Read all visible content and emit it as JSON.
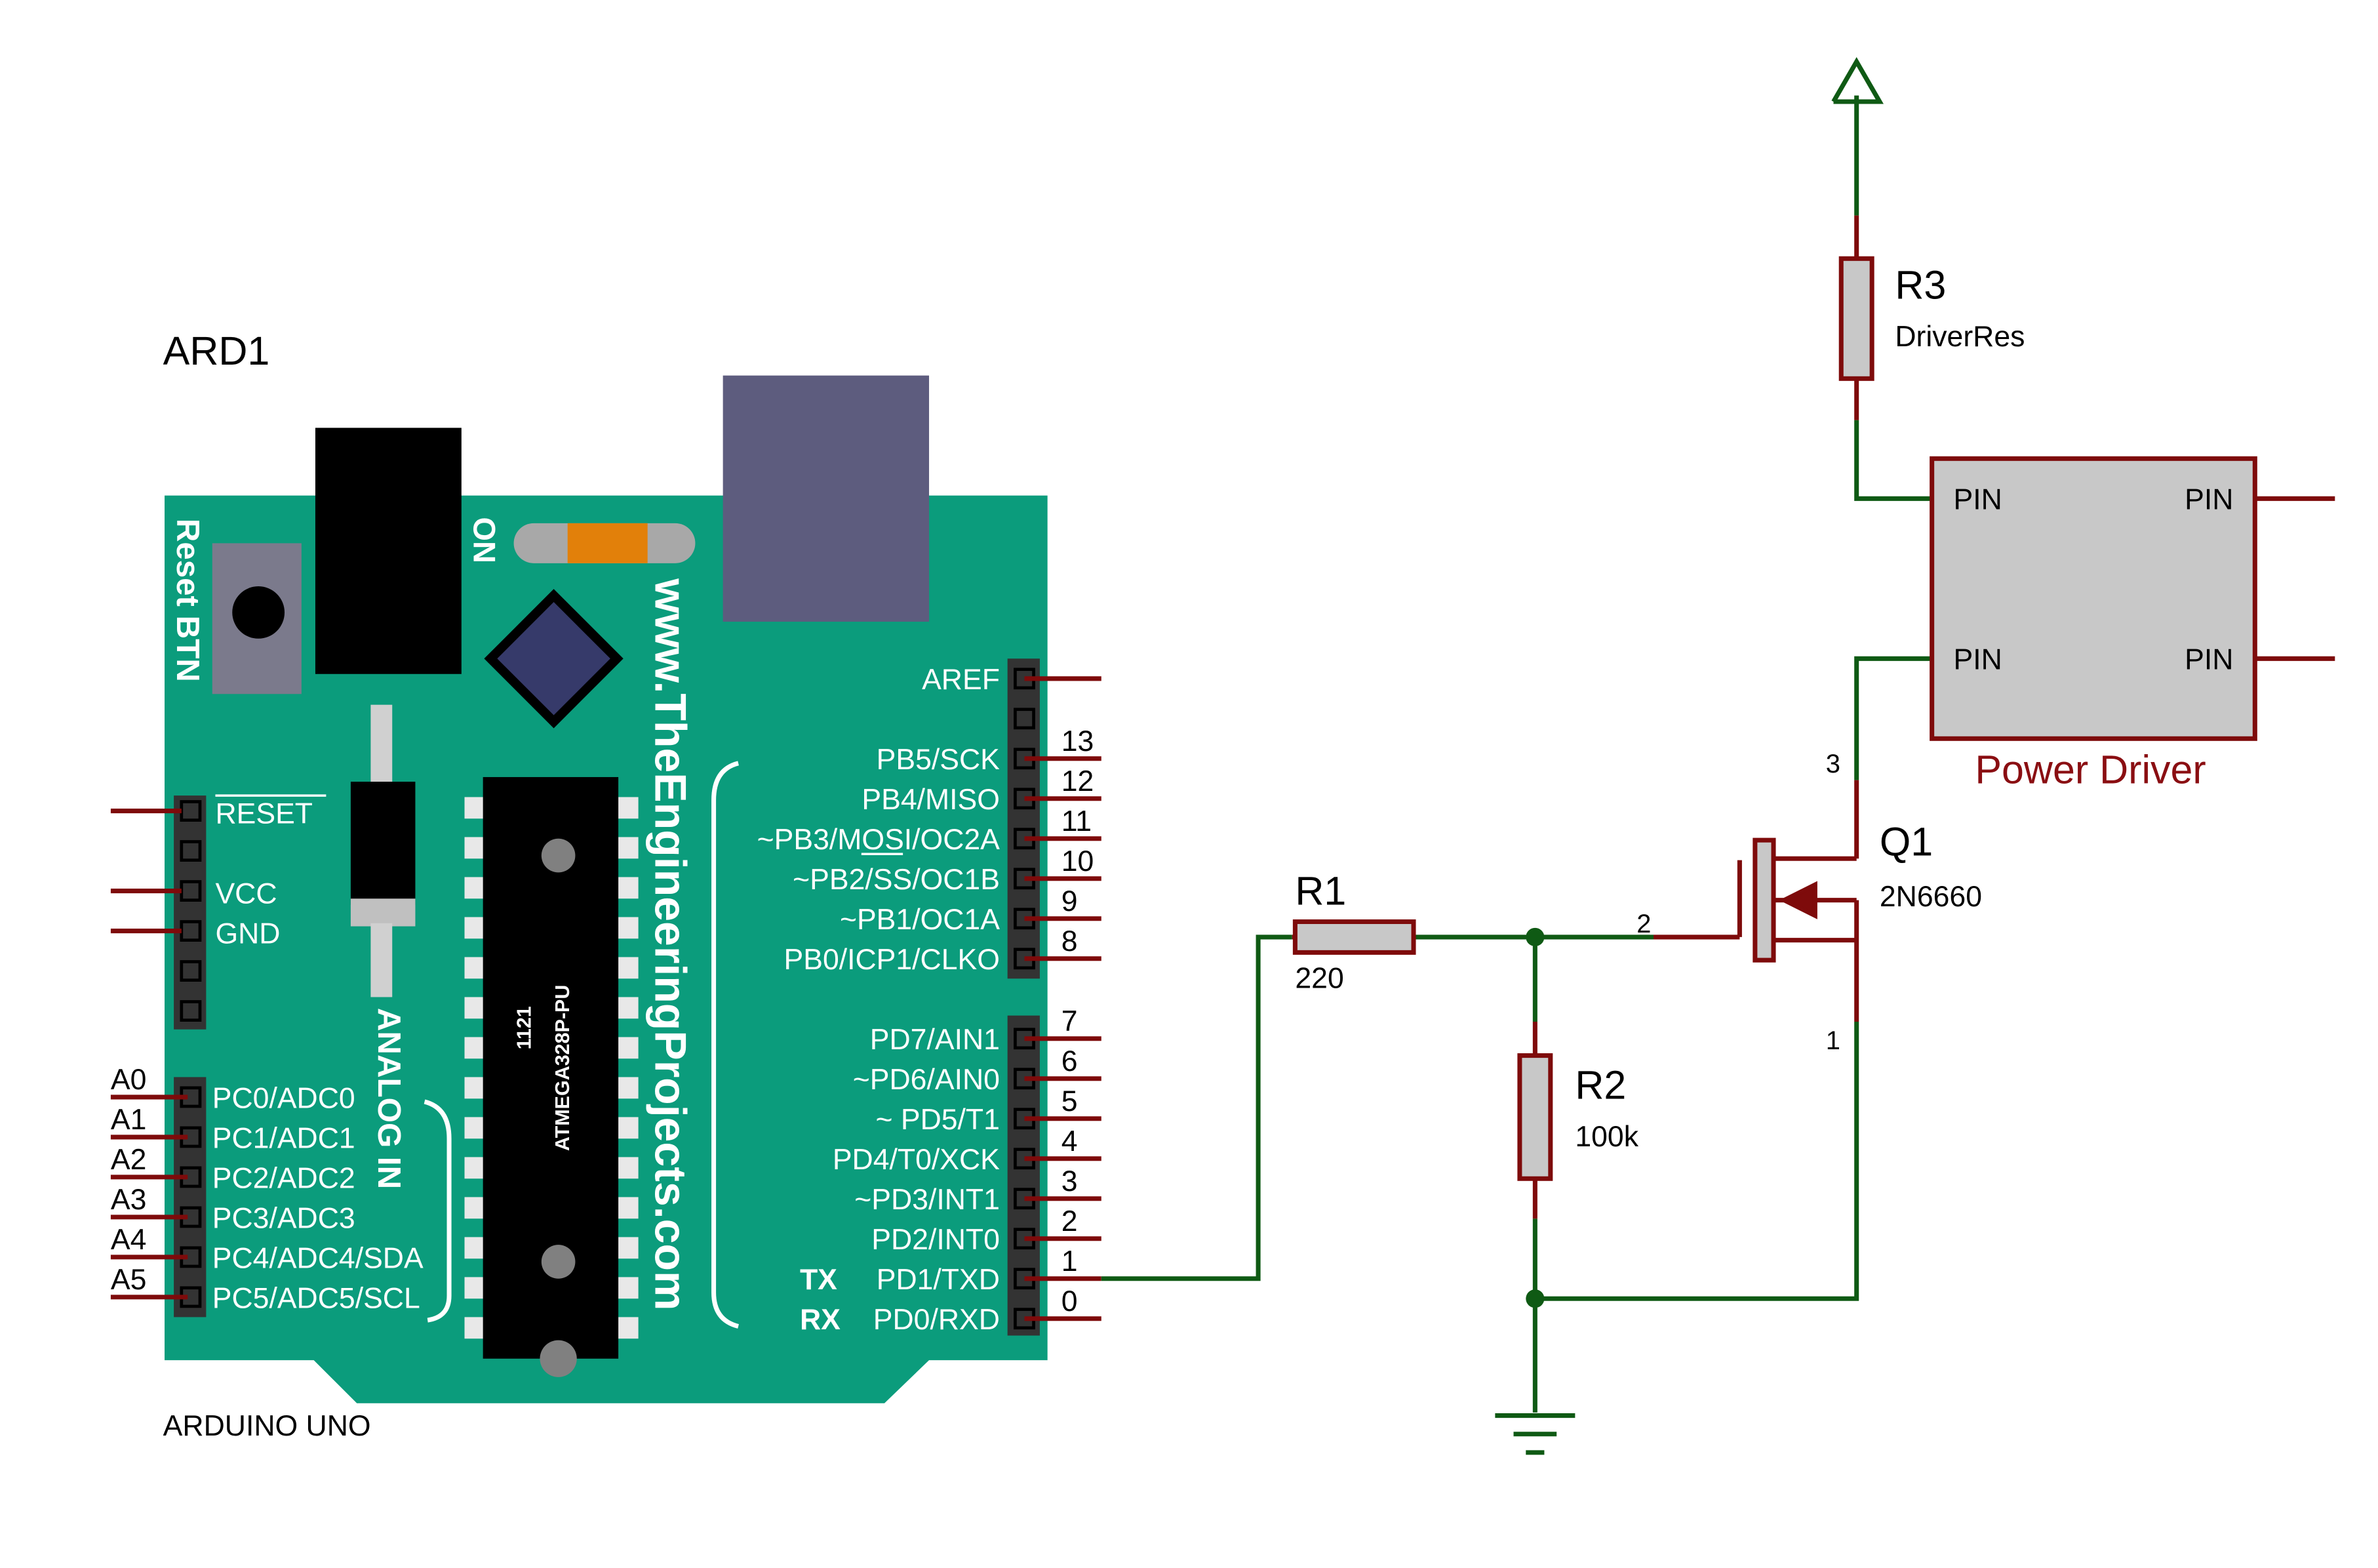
{
  "colors": {
    "board": "#0b9c7c",
    "wire": "#0f5a14",
    "pin": "#7e0b0b",
    "label": "#000000",
    "board_text": "#ffffff",
    "power_driver_fill": "#c8c8c8",
    "power_driver_title": "#8a0e12",
    "usb": "#5d5c7e",
    "jack": "#000000",
    "button": "#7b7a8c",
    "resistor_fill": "#c8c8c8",
    "led_orange": "#e2800a"
  },
  "board": {
    "ref": "ARD1",
    "model": "ARDUINO UNO",
    "reset_label": "Reset BTN",
    "on_label": "ON",
    "website": "www.TheEngineeringProjects.com",
    "analog_in": "ANALOG IN",
    "chip_line1": "1121",
    "chip_line2": "ATMEGA328P-PU",
    "power_header": {
      "labels": [
        "RESET",
        "",
        "VCC",
        "GND",
        "",
        ""
      ]
    },
    "analog_pins": [
      {
        "num": "A0",
        "name": "PC0/ADC0"
      },
      {
        "num": "A1",
        "name": "PC1/ADC1"
      },
      {
        "num": "A2",
        "name": "PC2/ADC2"
      },
      {
        "num": "A3",
        "name": "PC3/ADC3"
      },
      {
        "num": "A4",
        "name": "PC4/ADC4/SDA"
      },
      {
        "num": "A5",
        "name": "PC5/ADC5/SCL"
      }
    ],
    "aref": "AREF",
    "digital_high": [
      {
        "num": "13",
        "name": "PB5/SCK"
      },
      {
        "num": "12",
        "name": "PB4/MISO"
      },
      {
        "num": "11",
        "name": "~PB3/MOSI/OC2A"
      },
      {
        "num": "10",
        "name": "~PB2/SS/OC1B"
      },
      {
        "num": "9",
        "name": "~PB1/OC1A"
      },
      {
        "num": "8",
        "name": "PB0/ICP1/CLKO"
      }
    ],
    "digital_low": [
      {
        "num": "7",
        "name": "PD7/AIN1"
      },
      {
        "num": "6",
        "name": "~PD6/AIN0"
      },
      {
        "num": "5",
        "name": "~ PD5/T1"
      },
      {
        "num": "4",
        "name": "PD4/T0/XCK"
      },
      {
        "num": "3",
        "name": "~PD3/INT1"
      },
      {
        "num": "2",
        "name": "PD2/INT0"
      },
      {
        "num": "1",
        "name": "PD1/TXD"
      },
      {
        "num": "0",
        "name": "PD0/RXD"
      }
    ],
    "tx": "TX",
    "rx": "RX"
  },
  "components": {
    "r1": {
      "ref": "R1",
      "value": "220"
    },
    "r2": {
      "ref": "R2",
      "value": "100k"
    },
    "r3": {
      "ref": "R3",
      "value": "DriverRes"
    },
    "q1": {
      "ref": "Q1",
      "value": "2N6660",
      "pin_drain": "3",
      "pin_gate": "2",
      "pin_source": "1"
    },
    "power_driver": {
      "title": "Power Driver",
      "pins": [
        "PIN",
        "PIN",
        "PIN",
        "PIN"
      ]
    }
  }
}
